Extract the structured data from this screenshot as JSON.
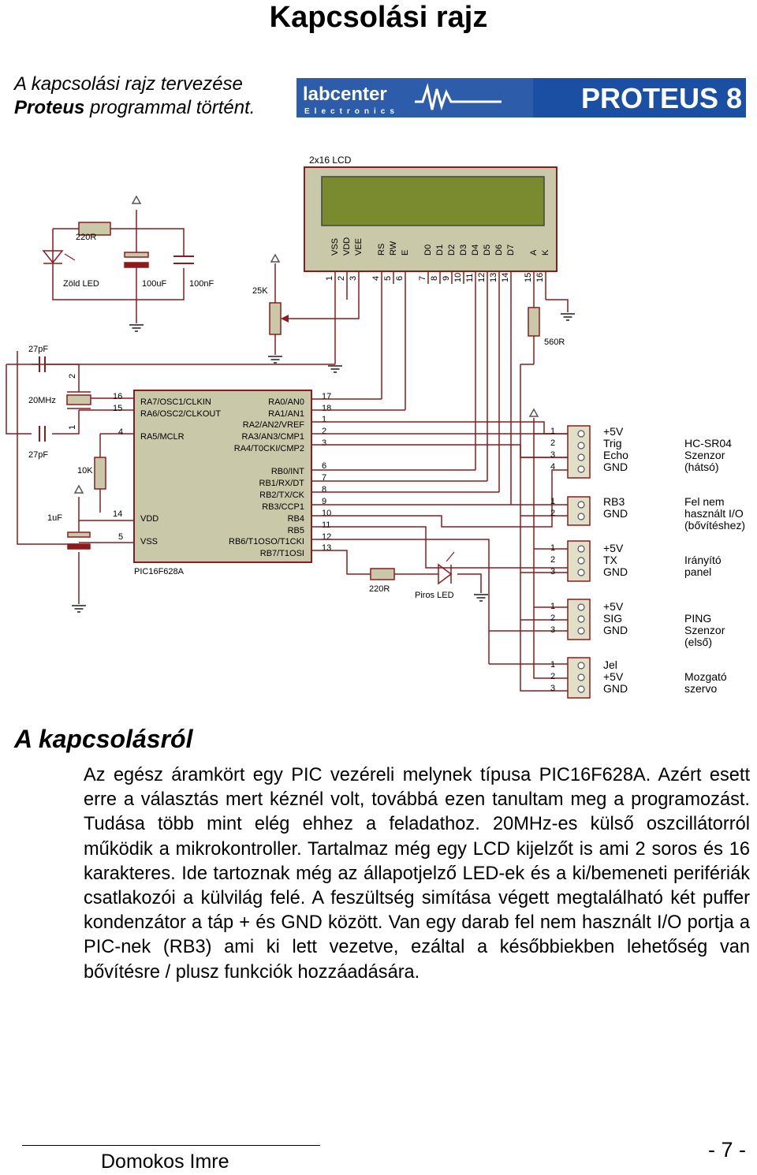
{
  "title": "Kapcsolási rajz",
  "intro": {
    "line1": "A kapcsolási rajz tervezése",
    "line2_bold": "Proteus",
    "line2_rest": " programmal történt."
  },
  "logo": {
    "brand": "labcenter",
    "sub": "Electronics",
    "product": "PROTEUS 8",
    "colors": {
      "bg": "#1b4fa3",
      "text": "#ffffff"
    }
  },
  "schematic": {
    "lcd": {
      "title": "2x16 LCD",
      "pin_names": [
        "VSS",
        "VDD",
        "VEE",
        "RS",
        "RW",
        "E",
        "D0",
        "D1",
        "D2",
        "D3",
        "D4",
        "D5",
        "D6",
        "D7",
        "A",
        "K"
      ],
      "pin_numbers": [
        "1",
        "2",
        "3",
        "4",
        "5",
        "6",
        "7",
        "8",
        "9",
        "10",
        "11",
        "12",
        "13",
        "14",
        "15",
        "16"
      ]
    },
    "components": {
      "r220_top": "220R",
      "green_led": "Zöld LED",
      "c100u": "100uF",
      "c100n": "100nF",
      "pot": "25K",
      "r560": "560R",
      "c27a": "27pF",
      "crystal": "20MHz",
      "c27b": "27pF",
      "r10k": "10K",
      "c1u": "1uF",
      "r220_bottom": "220R",
      "red_led": "Piros LED"
    },
    "mcu": {
      "name": "PIC16F628A",
      "left_pins": [
        {
          "num": "16",
          "name": "RA7/OSC1/CLKIN"
        },
        {
          "num": "15",
          "name": "RA6/OSC2/CLKOUT"
        },
        {
          "num": "4",
          "name": "RA5/MCLR"
        },
        {
          "num": "14",
          "name": "VDD"
        },
        {
          "num": "5",
          "name": "VSS"
        }
      ],
      "right_pins": [
        {
          "num": "17",
          "name": "RA0/AN0"
        },
        {
          "num": "18",
          "name": "RA1/AN1"
        },
        {
          "num": "1",
          "name": "RA2/AN2/VREF"
        },
        {
          "num": "2",
          "name": "RA3/AN3/CMP1"
        },
        {
          "num": "3",
          "name": "RA4/T0CKI/CMP2"
        },
        {
          "num": "6",
          "name": "RB0/INT"
        },
        {
          "num": "7",
          "name": "RB1/RX/DT"
        },
        {
          "num": "8",
          "name": "RB2/TX/CK"
        },
        {
          "num": "9",
          "name": "RB3/CCP1"
        },
        {
          "num": "10",
          "name": "RB4"
        },
        {
          "num": "11",
          "name": "RB5"
        },
        {
          "num": "12",
          "name": "RB6/T1OSO/T1CKI"
        },
        {
          "num": "13",
          "name": "RB7/T1OSI"
        }
      ],
      "xtal_pins": [
        "2",
        "1"
      ]
    },
    "connectors": [
      {
        "pins": [
          "1",
          "2",
          "3",
          "4"
        ],
        "signals": [
          "+5V",
          "Trig",
          "Echo",
          "GND"
        ],
        "desc": [
          "HC-SR04",
          "Szenzor",
          "(hátsó)"
        ]
      },
      {
        "pins": [
          "1",
          "2"
        ],
        "signals": [
          "RB3",
          "GND"
        ],
        "desc": [
          "Fel nem",
          "használt I/O",
          "(bővítéshez)"
        ]
      },
      {
        "pins": [
          "1",
          "2",
          "3"
        ],
        "signals": [
          "+5V",
          "TX",
          "GND"
        ],
        "desc": [
          "Irányító",
          "panel"
        ]
      },
      {
        "pins": [
          "1",
          "2",
          "3"
        ],
        "signals": [
          "+5V",
          "SIG",
          "GND"
        ],
        "desc": [
          "PING",
          "Szenzor",
          "(első)"
        ]
      },
      {
        "pins": [
          "1",
          "2",
          "3"
        ],
        "signals": [
          "Jel",
          "+5V",
          "GND"
        ],
        "desc": [
          "Mozgató",
          "szervo"
        ]
      }
    ],
    "colors": {
      "wire": "#8b1c1c",
      "component": "#8b1c1c",
      "lcd_screen": "#7a8a2e",
      "body": "#c9c9a9",
      "connector": "#e0e0c8"
    }
  },
  "section_title": "A kapcsolásról",
  "paragraph": "Az egész áramkört egy PIC vezéreli melynek típusa PIC16F628A. Azért esett erre a választás mert kéznél volt, továbbá ezen tanultam meg a programozást. Tudása több mint elég ehhez a feladathoz. 20MHz-es külső oszcillátorról működik a mikrokontroller. Tartalmaz még egy LCD kijelzőt is ami 2 soros és 16 karakteres. Ide tartoznak még az állapotjelző LED-ek és a ki/bemeneti perifériák csatlakozói a külvilág felé. A feszültség simítása végett megtalálható két puffer kondenzátor a táp + és GND között. Van egy darab fel nem használt I/O portja a PIC-nek (RB3) ami ki lett vezetve, ezáltal a későbbiekben lehetőség van bővítésre / plusz funkciók hozzáadására.",
  "footer": {
    "author": "Domokos Imre",
    "page": "- 7 -"
  }
}
